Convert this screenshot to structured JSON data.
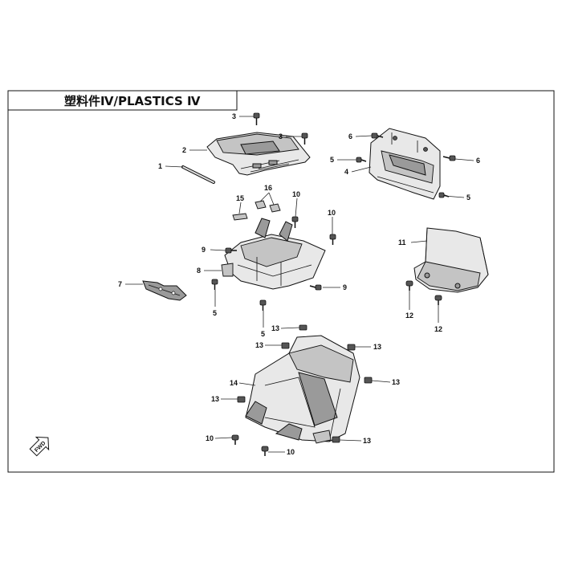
{
  "title": "塑料件Ⅳ/PLASTICS Ⅳ",
  "colors": {
    "line": "#111111",
    "fill_light": "#e8e8e8",
    "fill_dark": "#9a9a9a",
    "background": "#ffffff"
  },
  "front_indicator": {
    "icon": "fwd-arrow-icon",
    "label": "FWD"
  },
  "callouts": {
    "c1": "1",
    "c2": "2",
    "c3a": "3",
    "c3b": "3",
    "c4": "4",
    "c5a": "5",
    "c5b": "5",
    "c5c": "5",
    "c5d": "5",
    "c6a": "6",
    "c6b": "6",
    "c7": "7",
    "c8": "8",
    "c9a": "9",
    "c9b": "9",
    "c10a": "10",
    "c10b": "10",
    "c10c": "10",
    "c10d": "10",
    "c11": "11",
    "c12a": "12",
    "c12b": "12",
    "c13a": "13",
    "c13b": "13",
    "c13c": "13",
    "c13d": "13",
    "c13e": "13",
    "c13f": "13",
    "c14": "14",
    "c15": "15",
    "c16": "16"
  }
}
